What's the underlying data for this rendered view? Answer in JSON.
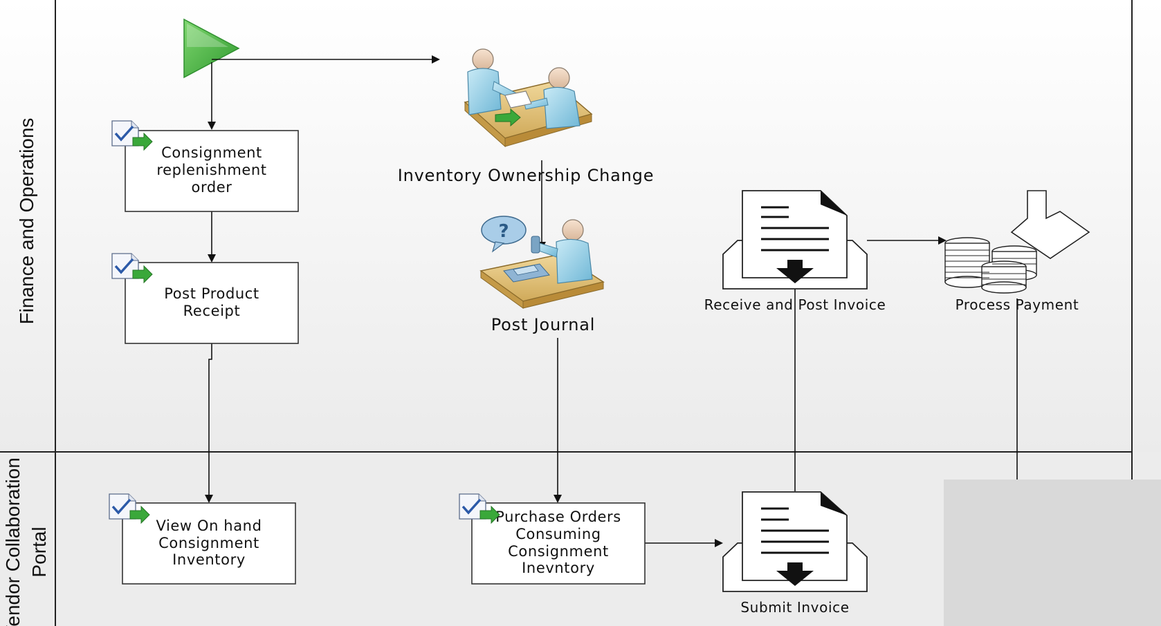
{
  "lanes": {
    "top_label": "Finance and Operations",
    "bottom_label_line1": "Vendor Collaboration",
    "bottom_label_line2": "Portal"
  },
  "boxes": {
    "consignment_line1": "Consignment",
    "consignment_line2": "replenishment",
    "consignment_line3": "order",
    "receipt_line1": "Post Product",
    "receipt_line2": "Receipt",
    "onhand_line1": "View On hand",
    "onhand_line2": "Consignment",
    "onhand_line3": "Inventory",
    "purchase_line1": "Purchase Orders",
    "purchase_line2": "Consuming",
    "purchase_line3": "Consignment",
    "purchase_line4": "Inevntory"
  },
  "labels": {
    "ownership": "Inventory Ownership Change",
    "journal": "Post Journal",
    "receive_invoice": "Receive and Post Invoice",
    "process_payment": "Process Payment",
    "submit_invoice": "Submit Invoice"
  },
  "colors": {
    "start_green": "#4cb84a",
    "box_border": "#333333",
    "lane_bottom_bg": "#ececec",
    "overlay_gray": "#d9d9d9"
  },
  "icons": [
    "start-triangle-icon",
    "task-check-icon",
    "people-handshake-icon",
    "journal-desk-icon",
    "invoice-tray-icon",
    "coins-stack-icon",
    "down-arrow-outline-icon"
  ]
}
